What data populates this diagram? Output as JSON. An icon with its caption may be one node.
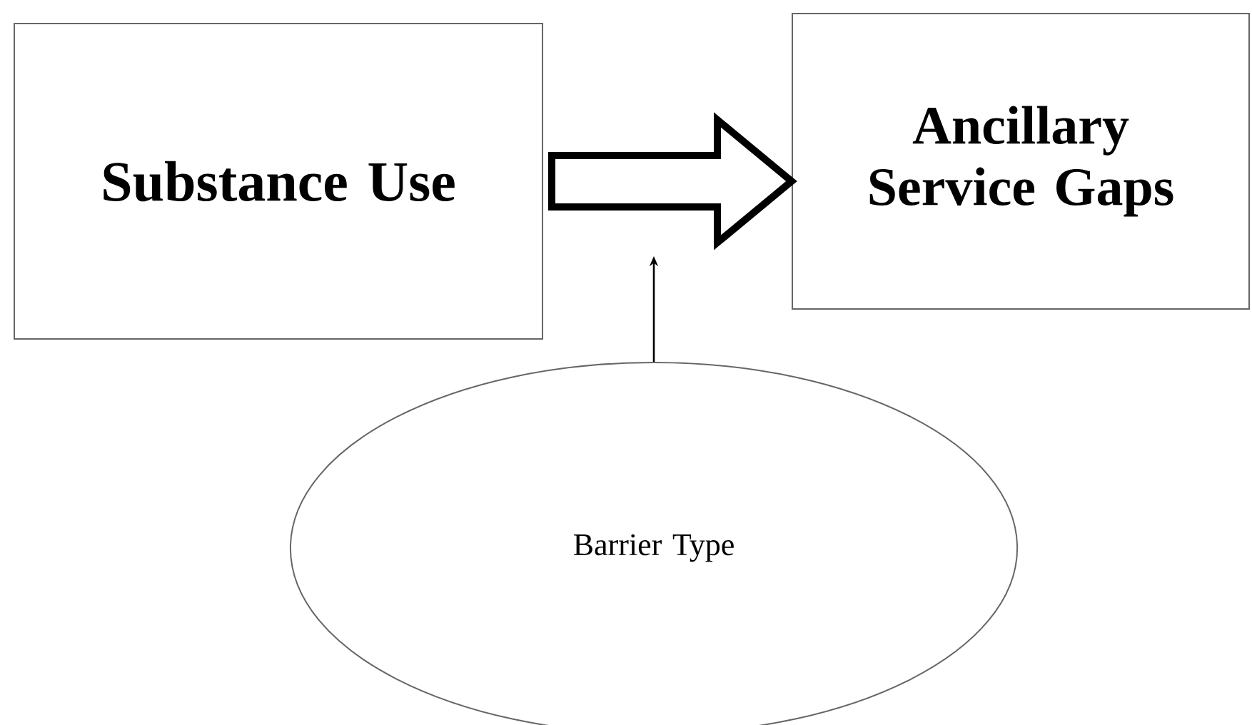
{
  "diagram": {
    "nodes": [
      {
        "text": [
          "Substance Use"
        ]
      },
      {
        "text": [
          "Ancillary Service Gaps"
        ]
      },
      {
        "text": [
          "Barrier Type"
        ]
      }
    ],
    "edges": [
      {
        "from": 0,
        "to": 1,
        "arrow": "to",
        "style": "thick"
      },
      {
        "from": 2,
        "to": null,
        "arrow": "to"
      }
    ]
  }
}
